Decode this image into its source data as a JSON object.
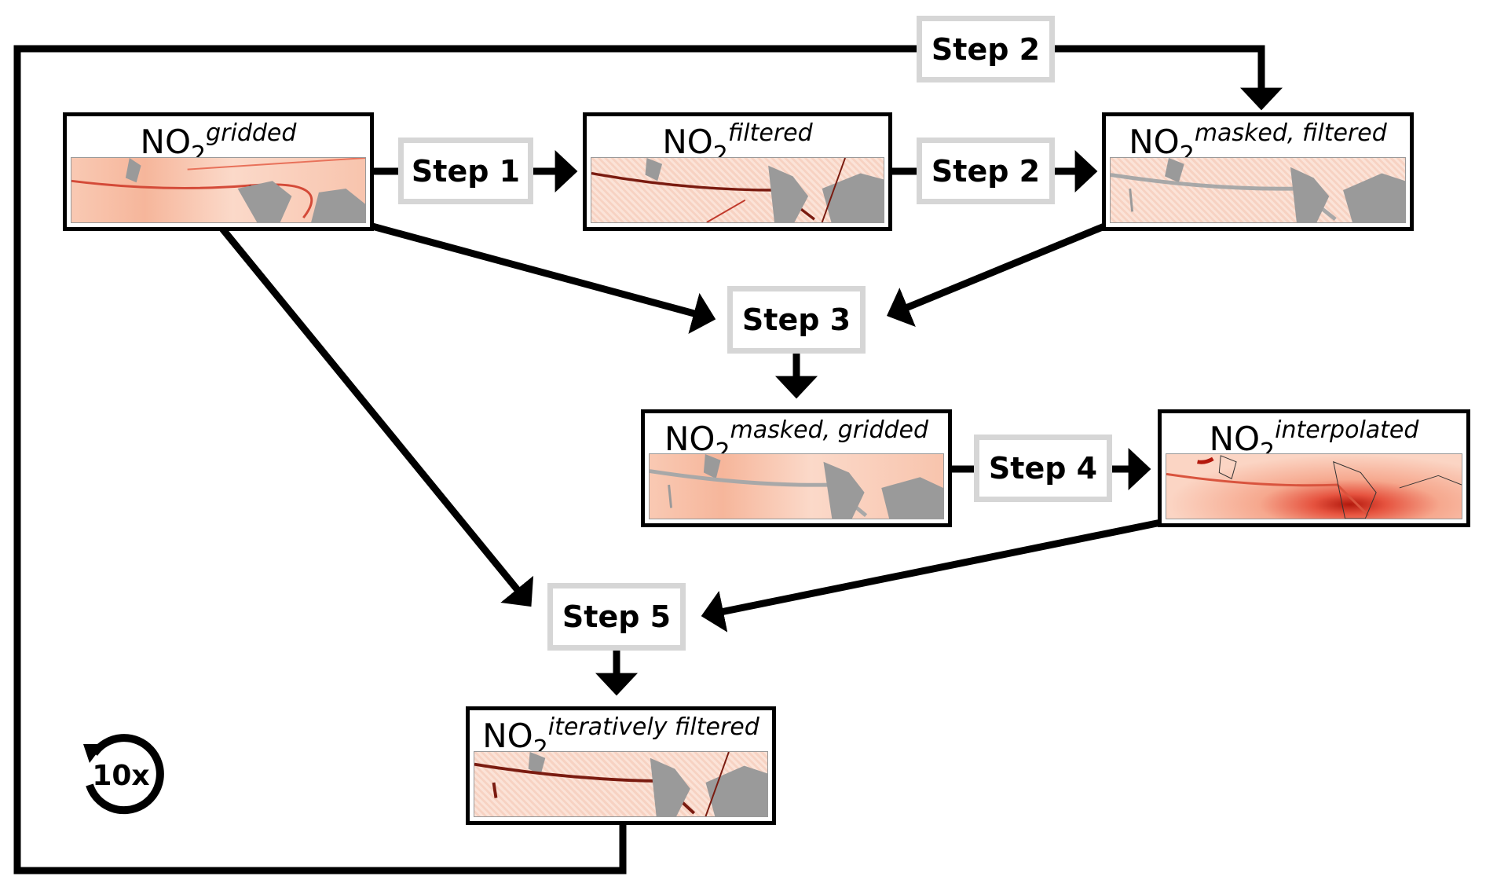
{
  "nodes": [
    {
      "id": "gridded",
      "base": "NO",
      "sub": "2",
      "sup": "gridded",
      "map_style": "smooth"
    },
    {
      "id": "filtered",
      "base": "NO",
      "sub": "2",
      "sup": "filtered",
      "map_style": "noisy"
    },
    {
      "id": "masked_filtered",
      "base": "NO",
      "sub": "2",
      "sup": "masked, filtered",
      "map_style": "masked"
    },
    {
      "id": "masked_gridded",
      "base": "NO",
      "sub": "2",
      "sup": "masked, gridded",
      "map_style": "masked-smooth"
    },
    {
      "id": "interpolated",
      "base": "NO",
      "sub": "2",
      "sup": "interpolated",
      "map_style": "hot"
    },
    {
      "id": "iteratively_filtered",
      "base": "NO",
      "sub": "2",
      "sup": "iteratively filtered",
      "map_style": "noisy"
    }
  ],
  "steps": {
    "step1": "Step 1",
    "step2_top": "Step 2",
    "step2_mid": "Step 2",
    "step3": "Step 3",
    "step4": "Step 4",
    "step5": "Step 5"
  },
  "loop": {
    "label": "10x",
    "icon": "repeat-icon"
  },
  "colors": {
    "line": "#000000",
    "step_border": "#d6d6d6",
    "map_land": "#9a9a9a",
    "map_plume": "#c0392b"
  }
}
